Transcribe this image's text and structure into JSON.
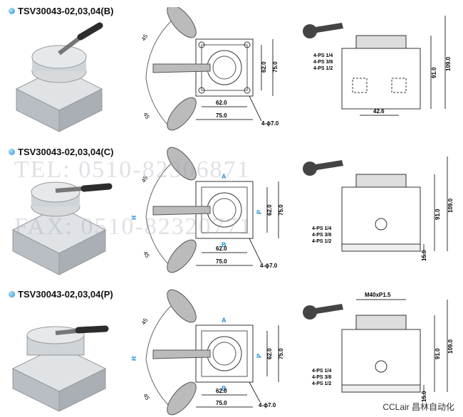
{
  "rows": [
    {
      "title": "TSV30043-02,03,04(B)",
      "ports": []
    },
    {
      "title": "TSV30043-02,03,04(C)",
      "ports": [
        "A",
        "B",
        "R",
        "P"
      ]
    },
    {
      "title": "TSV30043-02,03,04(P)",
      "ports": [
        "A",
        "B",
        "R",
        "P"
      ]
    }
  ],
  "dims": {
    "angle": "45",
    "square_inner": "62.0",
    "square_outer": "75.0",
    "holes": "4-ϕ7.0",
    "height_inner": "91.0",
    "height_outer": "109.0",
    "port_spacing": "42.6",
    "base_height": "15.0",
    "thread": "M40xP1.5",
    "port_labels": [
      "4-PS 1/4",
      "4-PS 3/8",
      "4-PS 1/2"
    ]
  },
  "watermark": {
    "tel": "TEL: 0510-82306871",
    "fax": "FAX: 0510-82320771"
  },
  "brand": "CCLair 昌林自动化",
  "colors": {
    "accent_blue": "#1a8fd6",
    "metal": "#c9ced3",
    "handle": "#3a3a3a"
  }
}
